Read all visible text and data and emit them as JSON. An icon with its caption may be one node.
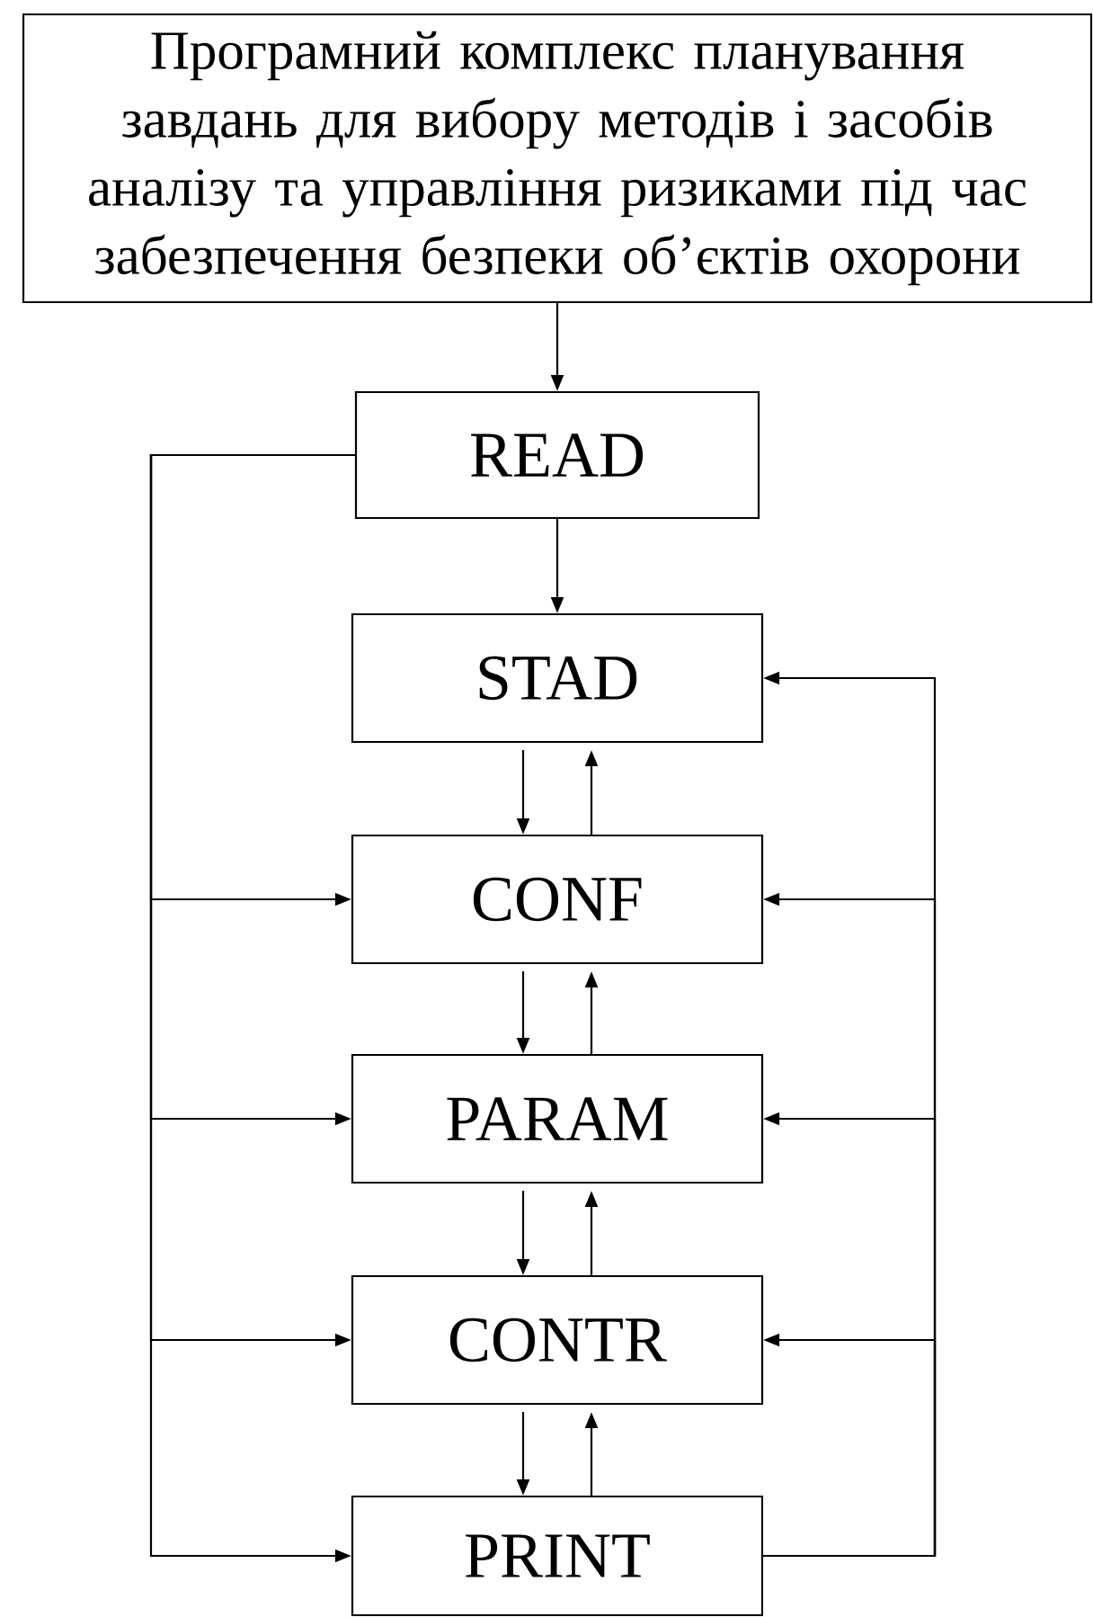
{
  "diagram": {
    "nodes": [
      {
        "text": [
          "Програмний комплекс планування завдань для вибору методів і засобів аналізу та управління ризиками під час забезпечення безпеки об’єктів охорони"
        ]
      },
      {
        "text": [
          "READ"
        ]
      },
      {
        "text": [
          "STAD"
        ]
      },
      {
        "text": [
          "CONF"
        ]
      },
      {
        "text": [
          "PARAM"
        ]
      },
      {
        "text": [
          "CONTR"
        ]
      },
      {
        "text": [
          "PRINT"
        ]
      }
    ],
    "edges": [
      {
        "from": 0,
        "to": 1,
        "arrow": "to"
      },
      {
        "from": 1,
        "to": 2,
        "arrow": "to"
      },
      {
        "from": 2,
        "to": 3,
        "arrow": "to"
      },
      {
        "from": 3,
        "to": 2,
        "arrow": "to"
      },
      {
        "from": 3,
        "to": 4,
        "arrow": "to"
      },
      {
        "from": 4,
        "to": 3,
        "arrow": "to"
      },
      {
        "from": 4,
        "to": 5,
        "arrow": "to"
      },
      {
        "from": 5,
        "to": 4,
        "arrow": "to"
      },
      {
        "from": 5,
        "to": 6,
        "arrow": "to"
      },
      {
        "from": 6,
        "to": 5,
        "arrow": "to"
      },
      {
        "from": 1,
        "to": 3,
        "arrow": "to"
      },
      {
        "from": 1,
        "to": 4,
        "arrow": "to"
      },
      {
        "from": 1,
        "to": 5,
        "arrow": "to"
      },
      {
        "from": 1,
        "to": 6,
        "arrow": "to"
      },
      {
        "from": 6,
        "to": 2,
        "arrow": "to"
      },
      {
        "from": 6,
        "to": 3,
        "arrow": "to"
      },
      {
        "from": 6,
        "to": 4,
        "arrow": "to"
      },
      {
        "from": 6,
        "to": 5,
        "arrow": "to"
      }
    ]
  }
}
